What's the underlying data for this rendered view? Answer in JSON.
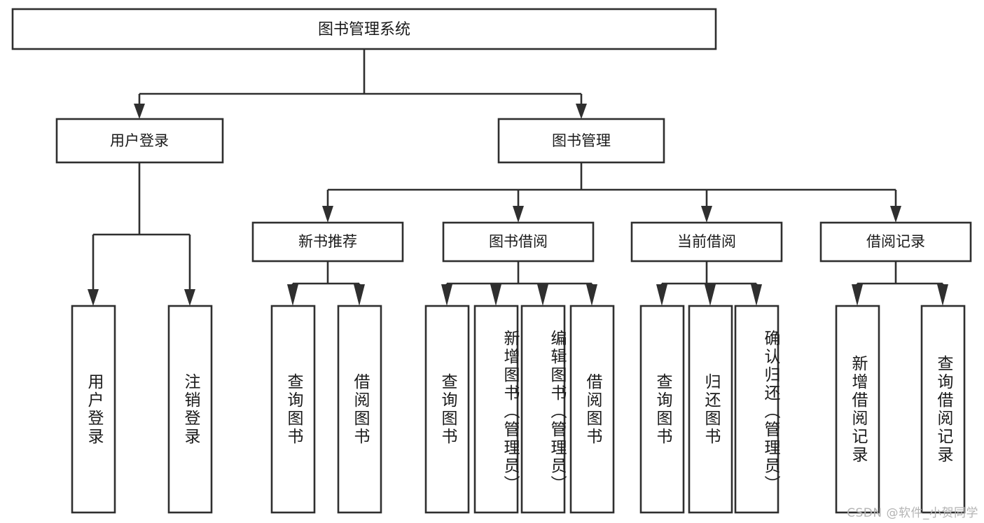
{
  "diagram": {
    "title": "图书管理系统",
    "watermark": "CSDN @软件_小贺同学",
    "colors": {
      "stroke": "#2f2f2f",
      "fill": "#ffffff",
      "text": "#1a1a1a",
      "watermark": "#b4b4b4"
    },
    "root": {
      "label": "图书管理系统"
    },
    "level2": [
      {
        "label": "用户登录"
      },
      {
        "label": "图书管理"
      }
    ],
    "level3": [
      {
        "label": "新书推荐"
      },
      {
        "label": "图书借阅"
      },
      {
        "label": "当前借阅"
      },
      {
        "label": "借阅记录"
      }
    ],
    "leaves": {
      "user_login": [
        {
          "label": "用户登录"
        },
        {
          "label": "注销登录"
        }
      ],
      "new_book": [
        {
          "label": "查询图书"
        },
        {
          "label": "借阅图书"
        }
      ],
      "book_borrow": [
        {
          "label": "查询图书"
        },
        {
          "label": "新增图书（管理员）"
        },
        {
          "label": "编辑图书（管理员）"
        },
        {
          "label": "借阅图书"
        }
      ],
      "current_borrow": [
        {
          "label": "查询图书"
        },
        {
          "label": "归还图书"
        },
        {
          "label": "确认归还（管理员）"
        }
      ],
      "borrow_record": [
        {
          "label": "新增借阅记录"
        },
        {
          "label": "查询借阅记录"
        }
      ]
    }
  }
}
